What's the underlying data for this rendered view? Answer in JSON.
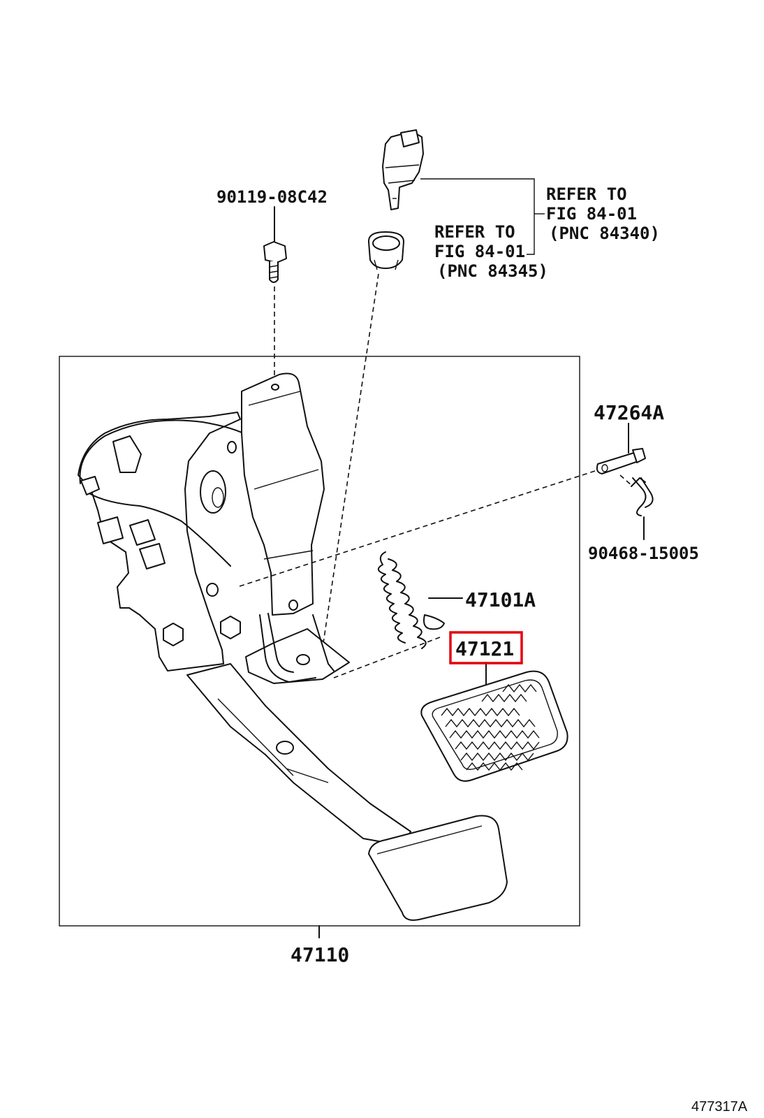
{
  "callouts": {
    "bolt": "90119-08C42",
    "refer_a_line1": "REFER TO",
    "refer_a_line2": "FIG 84-01",
    "refer_a_line3": "(PNC 84340)",
    "refer_b_line1": "REFER TO",
    "refer_b_line2": "FIG 84-01",
    "refer_b_line3": "(PNC 84345)",
    "pin": "47264A",
    "clip": "90468-15005",
    "spring": "47101A",
    "pad": "47121",
    "assembly": "47110"
  },
  "highlighted_part": "47121",
  "highlight_color": "#e3000f",
  "figure_id": "477317A"
}
